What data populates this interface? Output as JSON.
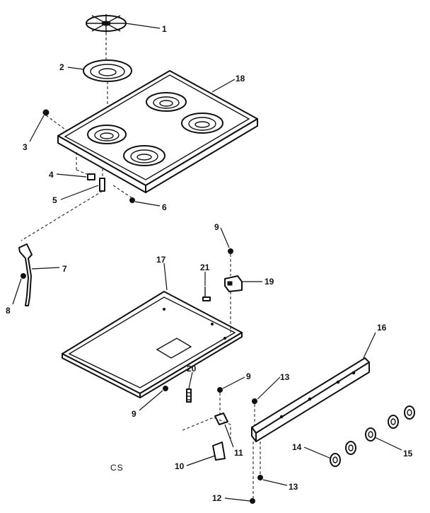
{
  "callouts": {
    "c1": "1",
    "c2": "2",
    "c3": "3",
    "c4": "4",
    "c5": "5",
    "c6": "6",
    "c7": "7",
    "c8": "8",
    "c9a": "9",
    "c9b": "9",
    "c9c": "9",
    "c10": "10",
    "c11": "11",
    "c12": "12",
    "c13a": "13",
    "c13b": "13",
    "c14": "14",
    "c15": "15",
    "c16": "16",
    "c17": "17",
    "c18": "18",
    "c19": "19",
    "c20": "20",
    "c21": "21"
  },
  "figure_code": "CS"
}
